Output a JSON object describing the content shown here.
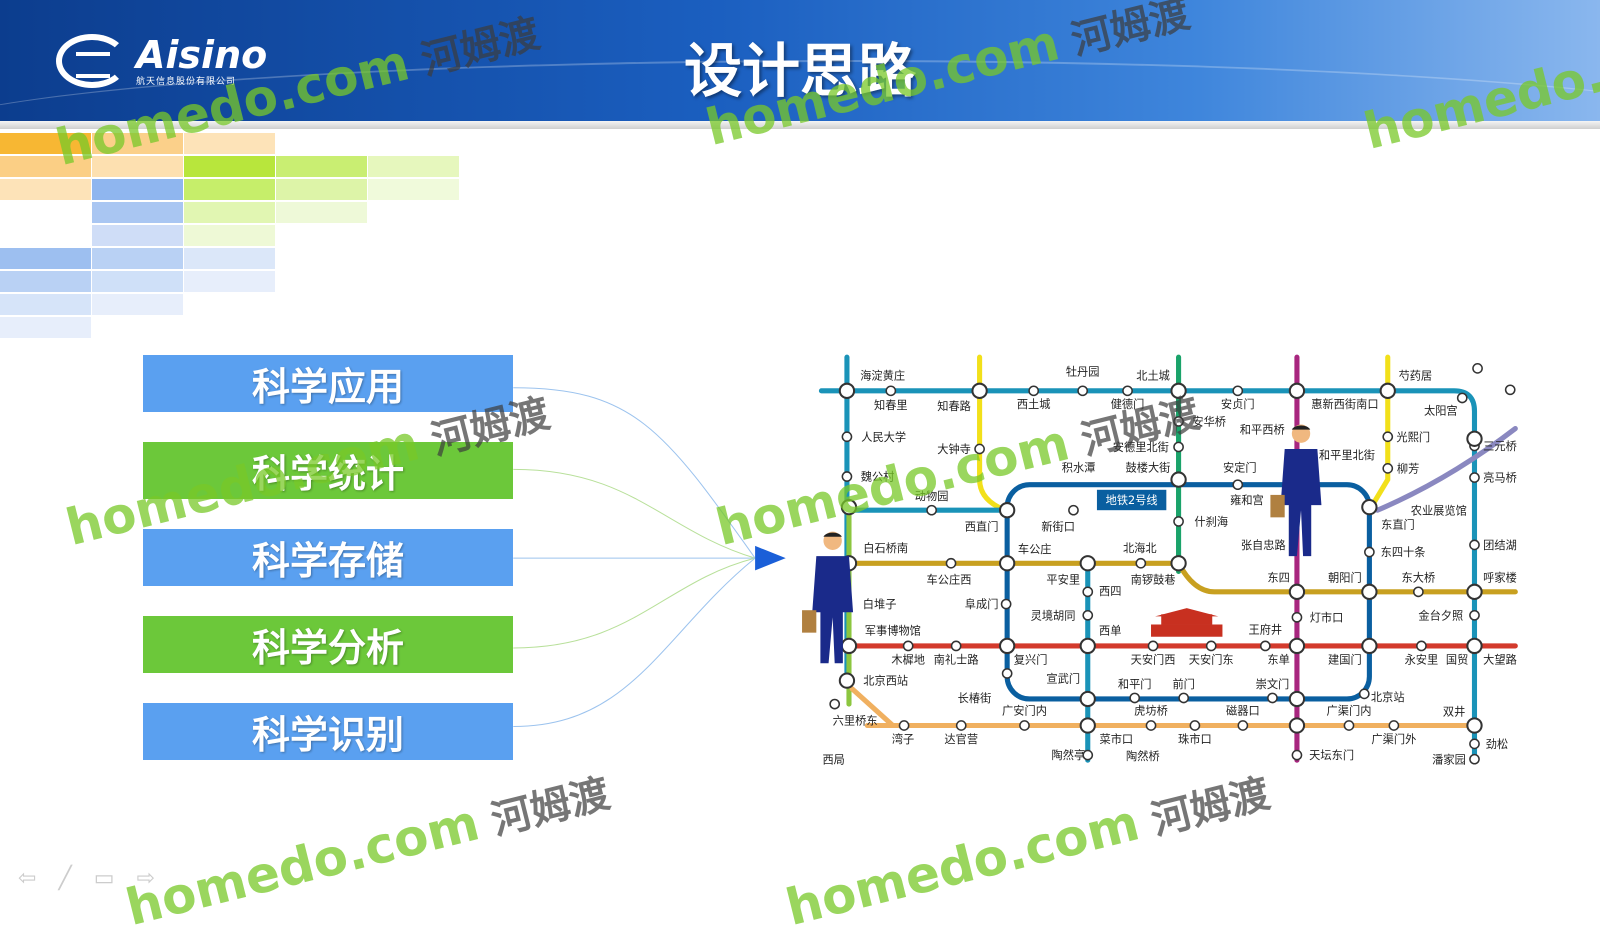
{
  "slide": {
    "title": "设计思路",
    "logo": {
      "name": "Aisino",
      "subtitle": "航天信息股份有限公司"
    },
    "buttons": [
      {
        "label": "科学应用",
        "color": "#5aa0f0"
      },
      {
        "label": "科学统计",
        "color": "#6cc83a"
      },
      {
        "label": "科学存储",
        "color": "#5aa0f0"
      },
      {
        "label": "科学分析",
        "color": "#6cc83a"
      },
      {
        "label": "科学识别",
        "color": "#5aa0f0"
      }
    ],
    "watermark": {
      "domain": "homedo.com",
      "cn": "河姆渡"
    },
    "map": {
      "line2_label": "地铁2号线",
      "stations": [
        "海淀黄庄",
        "知春里",
        "知春路",
        "西土城",
        "牡丹园",
        "健德门",
        "北土城",
        "安贞门",
        "惠新西街南口",
        "芍药居",
        "太阳宫",
        "人民大学",
        "大钟寺",
        "魏公村",
        "积水潭",
        "鼓楼大街",
        "安华桥",
        "和平西桥",
        "安德里北街",
        "动物园",
        "西直门",
        "新街口",
        "什刹海",
        "安定门",
        "雍和宫",
        "和平里北街",
        "光熙门",
        "柳芳",
        "三元桥",
        "亮马桥",
        "农业展览馆",
        "东直门",
        "东四十条",
        "团结湖",
        "白石桥南",
        "车公庄",
        "北海北",
        "张自忠路",
        "车公庄西",
        "平安里",
        "南锣鼓巷",
        "东四",
        "朝阳门",
        "东大桥",
        "呼家楼",
        "白堆子",
        "阜成门",
        "西四",
        "灯市口",
        "军事博物馆",
        "灵境胡同",
        "西单",
        "王府井",
        "金台夕照",
        "木樨地",
        "南礼士路",
        "复兴门",
        "天安门西",
        "天安门东",
        "东单",
        "建国门",
        "永安里",
        "国贸",
        "大望路",
        "北京西站",
        "宣武门",
        "和平门",
        "前门",
        "崇文门",
        "北京站",
        "长椿街",
        "广安门内",
        "虎坊桥",
        "磁器口",
        "广渠门内",
        "双井",
        "六里桥东",
        "湾子",
        "达官营",
        "菜市口",
        "珠市口",
        "广渠门外",
        "劲松",
        "西局",
        "陶然亭",
        "陶然桥",
        "天坛东门",
        "潘家园"
      ]
    },
    "nav_icons": [
      "prev-arrow-icon",
      "pen-icon",
      "menu-icon",
      "next-arrow-icon"
    ]
  }
}
